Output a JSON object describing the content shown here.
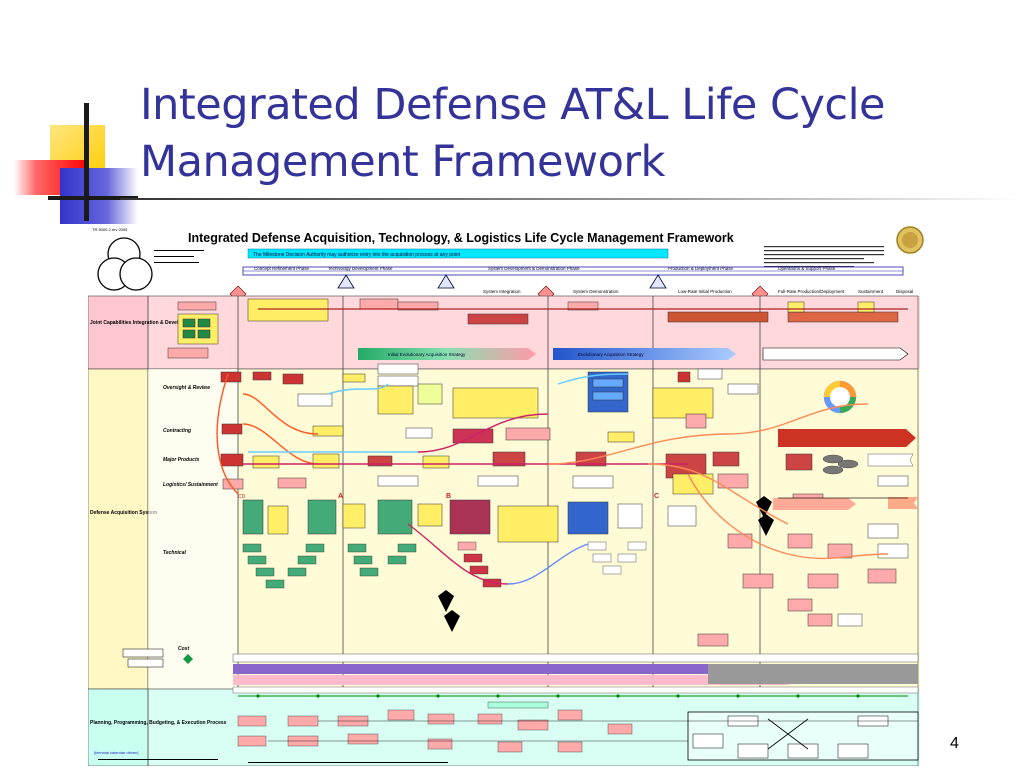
{
  "slide": {
    "title_line1": "Integrated Defense AT&L Life Cycle",
    "title_line2": "Management Framework",
    "page_number": "4"
  },
  "chart": {
    "header": "Integrated Defense Acquisition, Technology, & Logistics Life Cycle Management Framework",
    "lanes": [
      {
        "label": "Joint Capabilities Integration & Development System"
      },
      {
        "label": "Defense Acquisition System"
      },
      {
        "label": "Planning, Programming, Budgeting, & Execution Process"
      }
    ],
    "row_labels": [
      "Oversight & Review",
      "Contracting",
      "Major Products",
      "Logistics/ Sustainment",
      "Technical"
    ],
    "phases": [
      "Concept Refinement Phase",
      "Technology Development Phase",
      "System Development & Demonstration Phase",
      "Production & Deployment Phase",
      "Operations & Support Phase"
    ],
    "subphases": [
      "System Integration",
      "System Demonstration",
      "Low-Rate Initial Production",
      "Full-Rate Production/Deployment",
      "Sustainment",
      "Disposal"
    ],
    "milestones": [
      "A",
      "B",
      "C"
    ],
    "strategy_bars": [
      "Initial Evolutionary Acquisition Strategy",
      "Evolutionary Acquisition Strategy"
    ],
    "row_cost": "Cost",
    "colors": {
      "title": "#333399",
      "jcids_bg": "#ffd8dc",
      "das_bg": "#fffbd6",
      "ppbe_bg": "#d9fff4",
      "header_band": "#00ffff",
      "accent_red": "#c82020"
    }
  }
}
